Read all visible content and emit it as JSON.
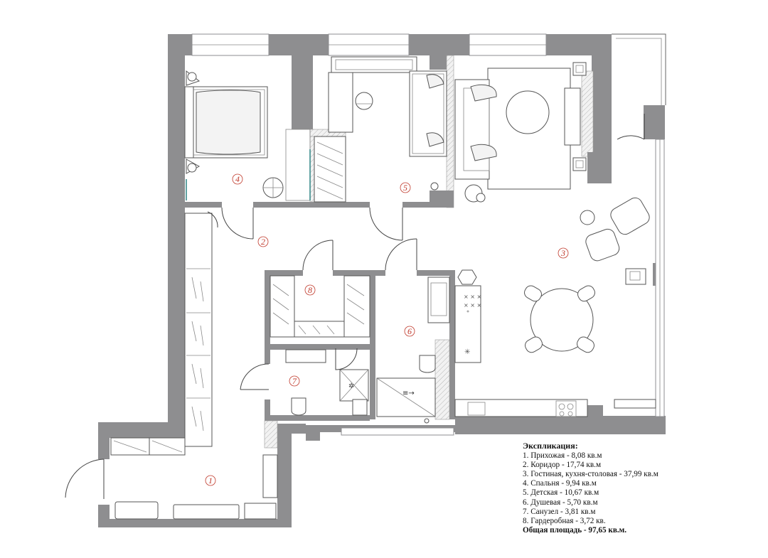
{
  "rooms": [
    {
      "number": "1"
    },
    {
      "number": "2"
    },
    {
      "number": "3"
    },
    {
      "number": "4"
    },
    {
      "number": "5"
    },
    {
      "number": "6"
    },
    {
      "number": "7"
    },
    {
      "number": "8"
    }
  ],
  "legend": {
    "title": "Экспликация:",
    "items": [
      "1. Прихожая - 8,08 кв.м",
      "2. Коридор - 17,74 кв.м",
      "3. Гостиная, кухня-столовая - 37,99 кв.м",
      "4. Спальня - 9,94 кв.м",
      "5. Детская -  10,67 кв.м",
      "6. Душевая - 5,70 кв.м",
      "7. Санузел - 3,81 кв.м",
      "8. Гардеробная - 3,72 кв."
    ],
    "total": "Общая площадь - 97,65 кв.м."
  }
}
